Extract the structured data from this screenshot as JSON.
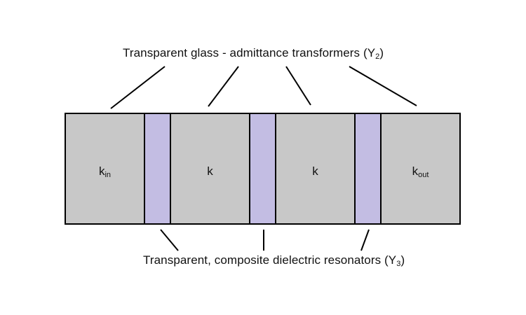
{
  "diagram": {
    "top_caption": {
      "text": "Transparent glass - admittance transformers (Y",
      "subscript": "2",
      "close": ")"
    },
    "bottom_caption": {
      "text": "Transparent, composite dielectric resonators (Y",
      "subscript": "3",
      "close": ")"
    },
    "layers": [
      {
        "base": "k",
        "subscript": "in"
      },
      {
        "base": "k",
        "subscript": ""
      },
      {
        "base": "k",
        "subscript": ""
      },
      {
        "base": "k",
        "subscript": "out"
      }
    ],
    "colors": {
      "glass_block": "#c8c8c8",
      "resonator": "#c3bde3",
      "outline": "#000000"
    }
  }
}
